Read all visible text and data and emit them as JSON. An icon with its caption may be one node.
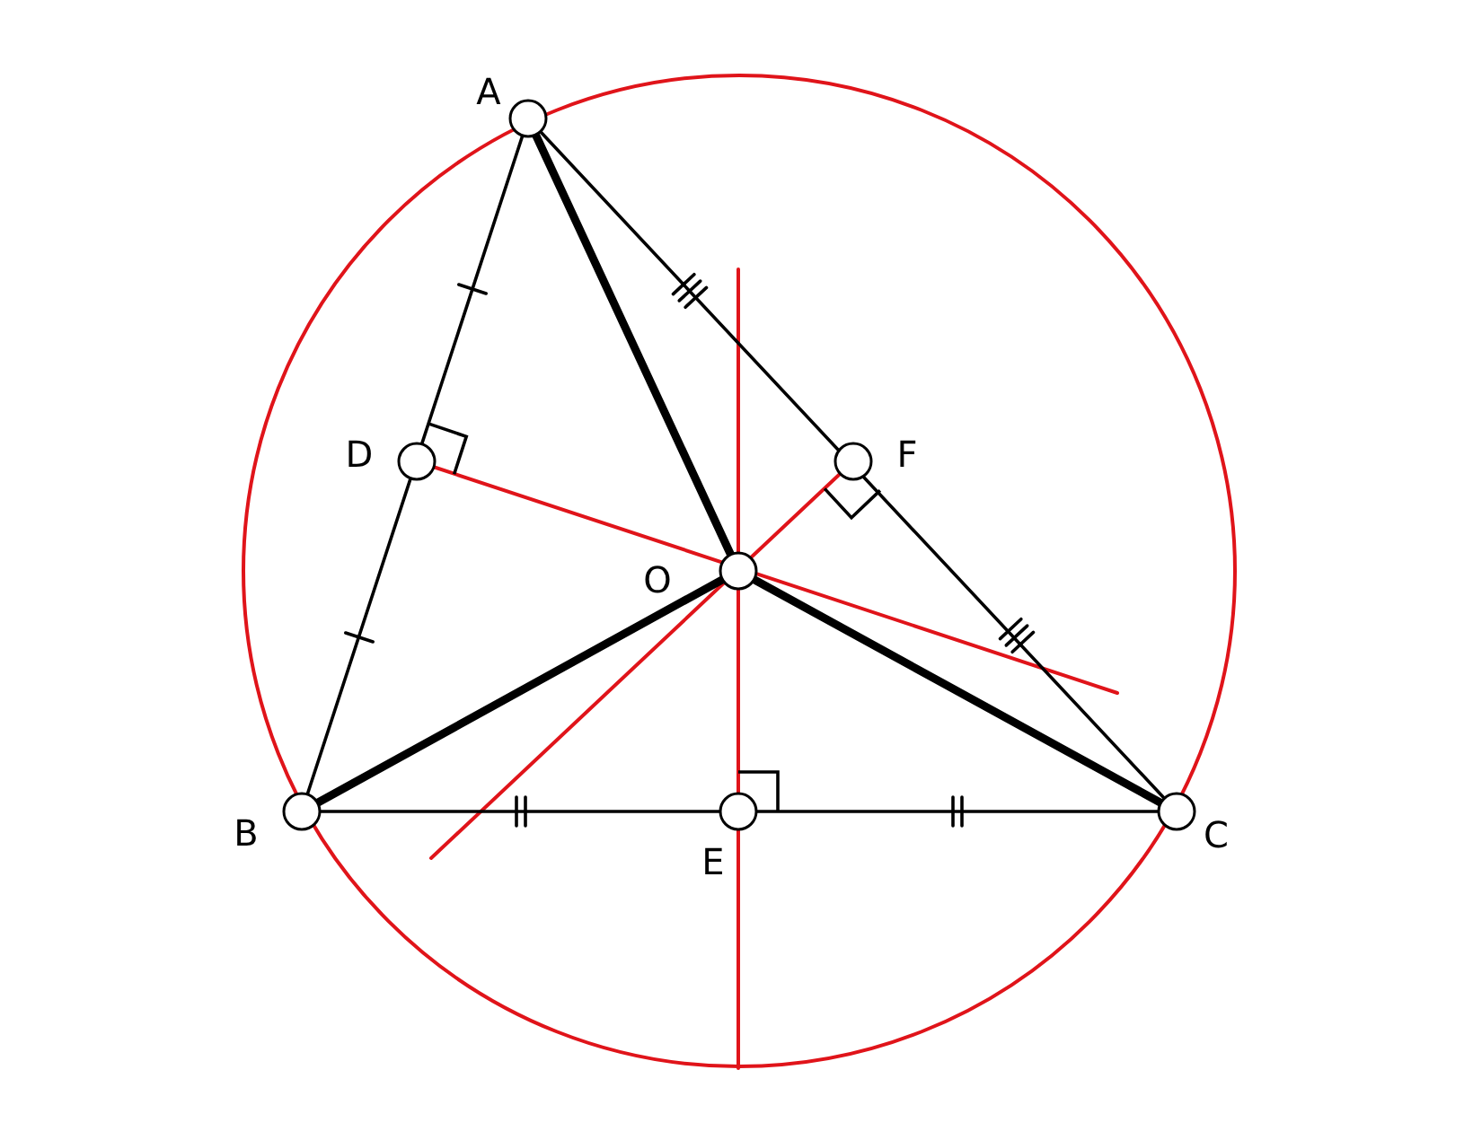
{
  "diagram": {
    "labels": [
      "A",
      "D",
      "F",
      "O",
      "B",
      "C",
      "E"
    ]
  }
}
